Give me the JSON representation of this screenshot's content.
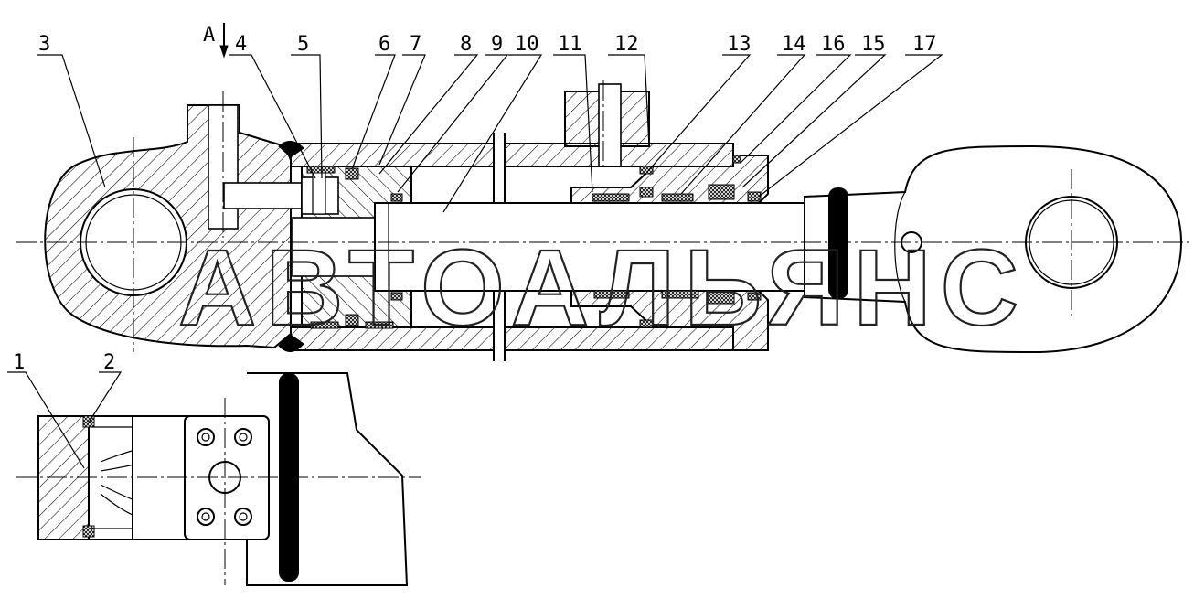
{
  "drawing": {
    "view_label": "A",
    "watermark": "АВТОАЛЬЯНС",
    "callouts": [
      {
        "num": "1"
      },
      {
        "num": "2"
      },
      {
        "num": "3"
      },
      {
        "num": "4"
      },
      {
        "num": "5"
      },
      {
        "num": "6"
      },
      {
        "num": "7"
      },
      {
        "num": "8"
      },
      {
        "num": "9"
      },
      {
        "num": "10"
      },
      {
        "num": "11"
      },
      {
        "num": "12"
      },
      {
        "num": "13"
      },
      {
        "num": "14"
      },
      {
        "num": "16"
      },
      {
        "num": "15"
      },
      {
        "num": "17"
      }
    ]
  }
}
